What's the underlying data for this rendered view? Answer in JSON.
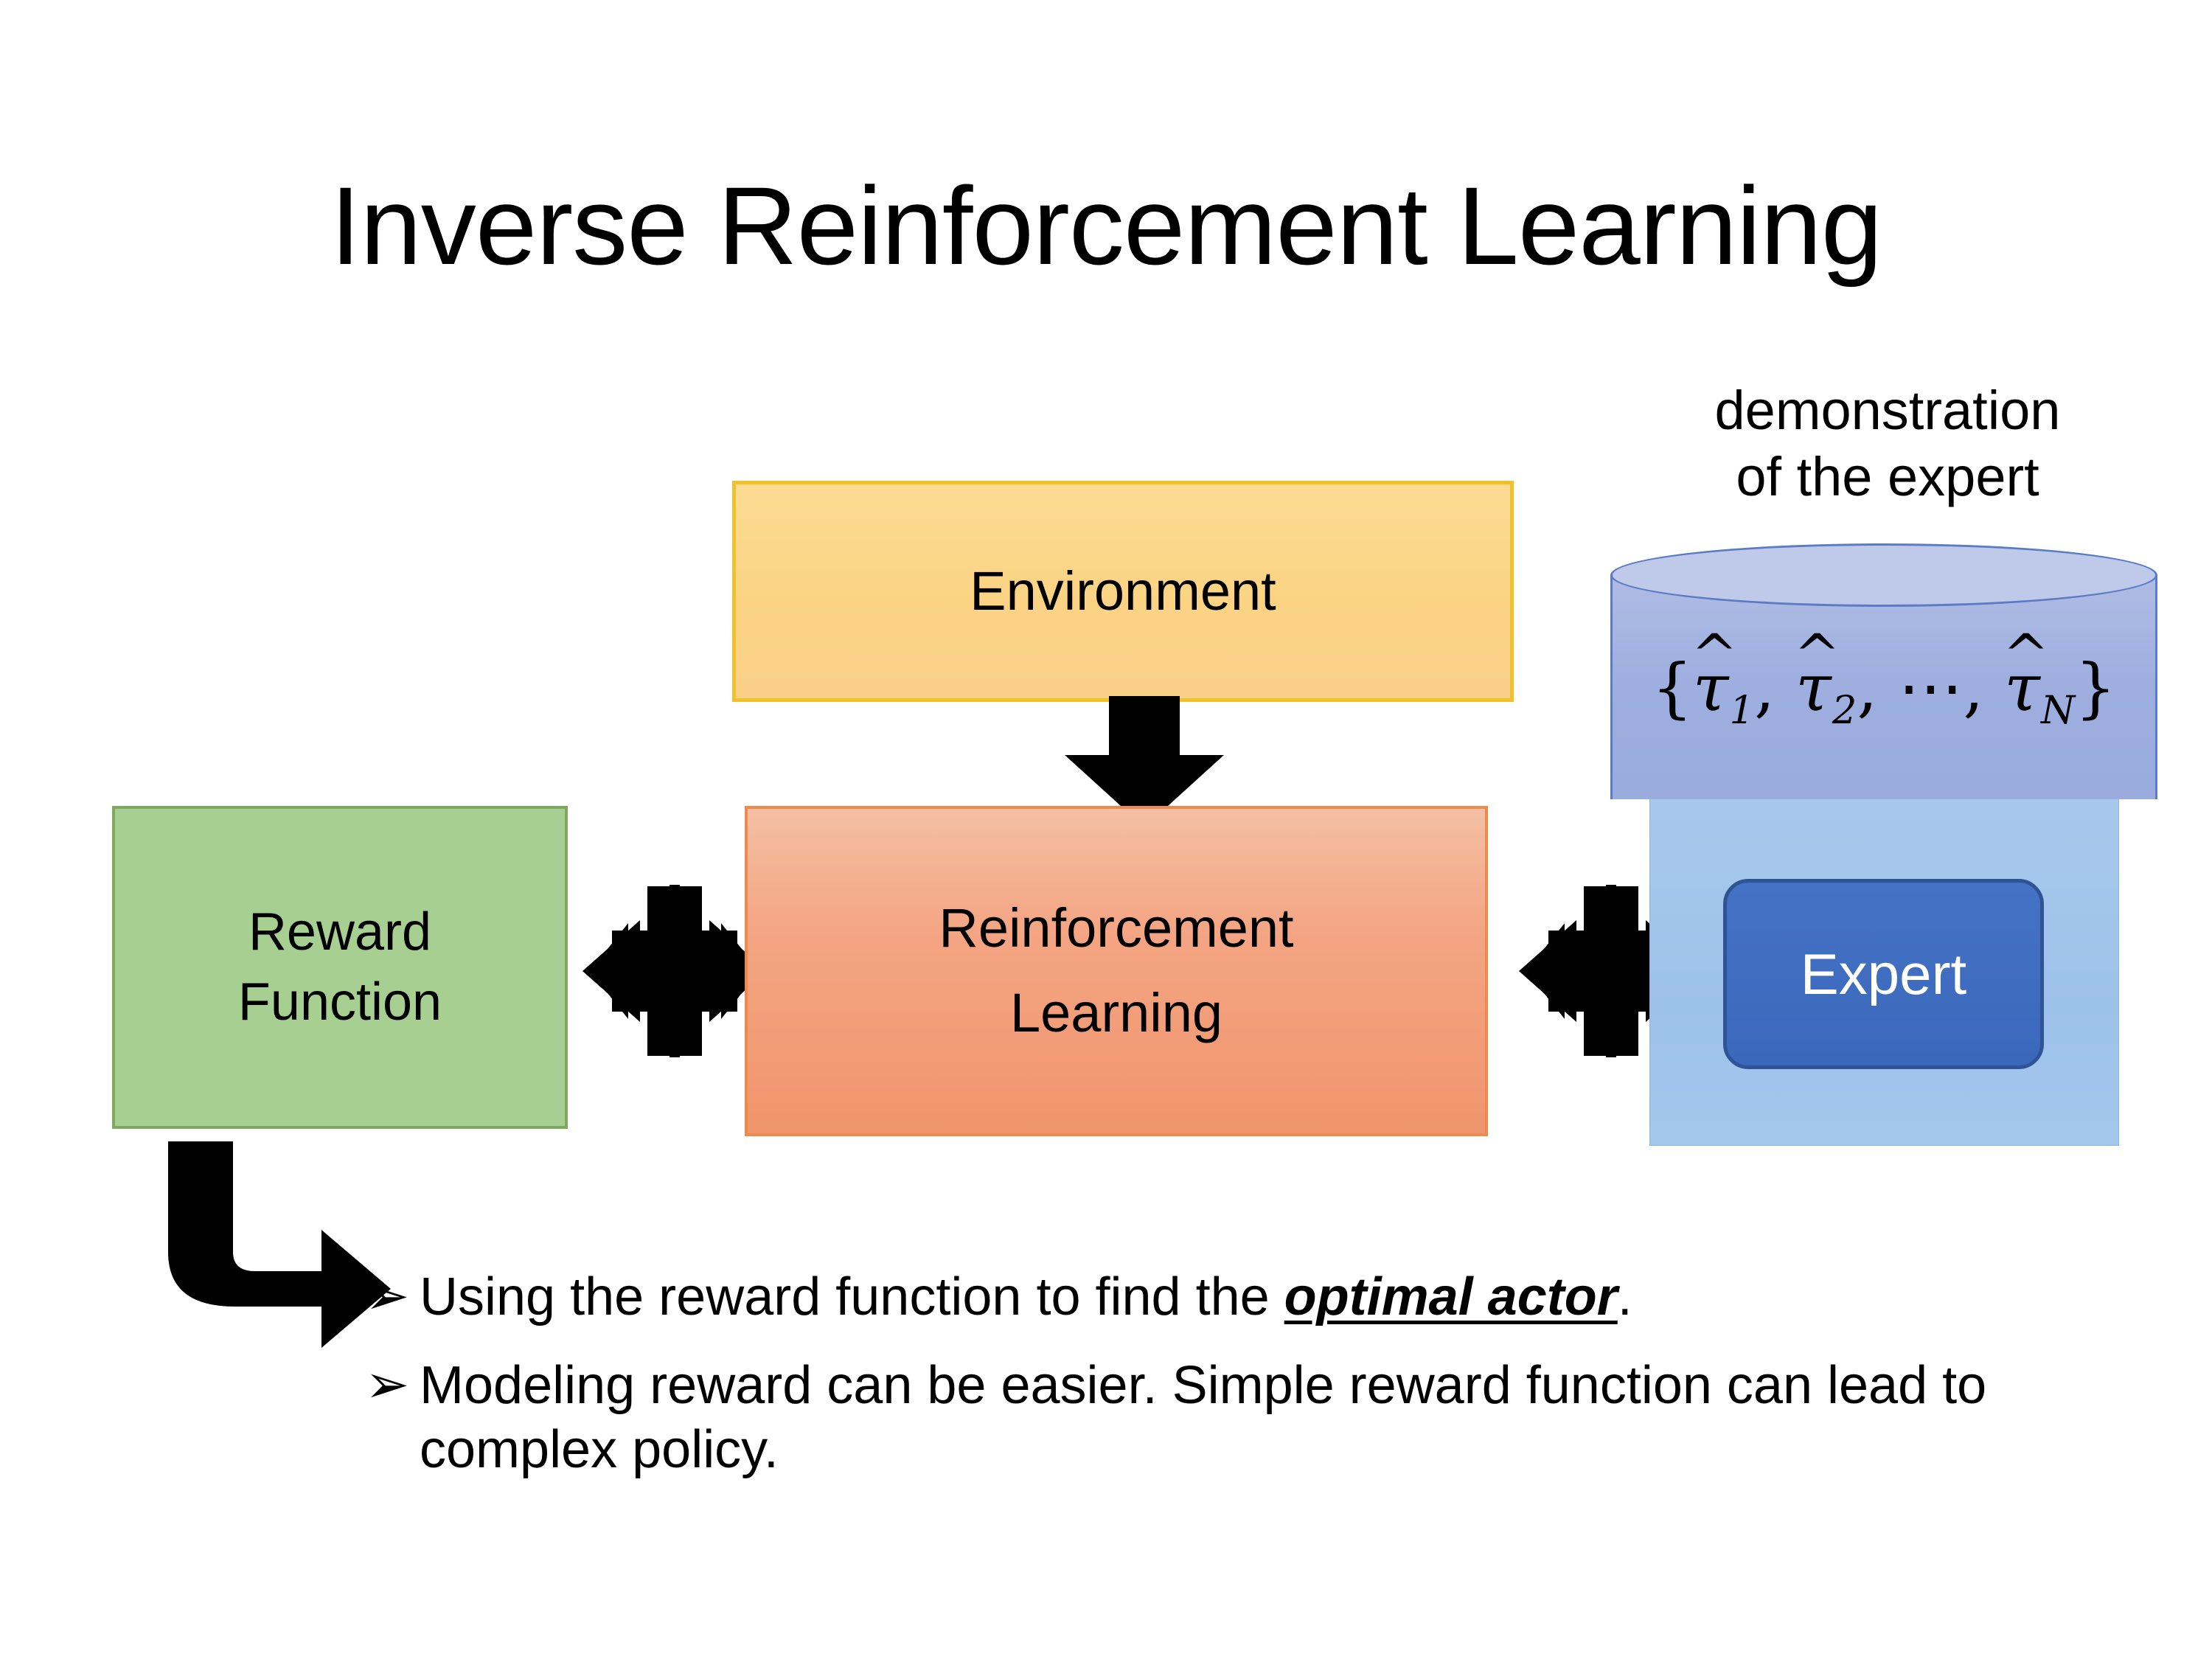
{
  "slide": {
    "title": "Inverse Reinforcement Learning",
    "background_color": "#FFFFFF"
  },
  "diagram": {
    "environment": {
      "label": "Environment",
      "fill_color": "#FBD383",
      "border_color": "#EFC12A"
    },
    "reward_function": {
      "label_line1": "Reward",
      "label_line2": "Function",
      "fill_color": "#A8CF92",
      "border_color": "#7FA960"
    },
    "reinforcement_learning": {
      "label_line1": "Reinforcement",
      "label_line2": "Learning",
      "fill_color": "#F4A583",
      "border_color": "#ED8A4E"
    },
    "expert_panel": {
      "caption_line1": "demonstration",
      "caption_line2": "of the expert",
      "panel_color": "#A3C6EC",
      "cylinder_color": "#9DAEDF",
      "cylinder_border_color": "#5B7BC4",
      "expert_label": "Expert",
      "expert_fill_color": "#4472C4",
      "expert_border_color": "#2E5496",
      "expert_text_color": "#FFFFFF",
      "trajectory_set": {
        "open_brace": "{",
        "items": [
          {
            "symbol": "τ",
            "hat": "^",
            "subscript": "1"
          },
          {
            "symbol": "τ",
            "hat": "^",
            "subscript": "2"
          },
          {
            "symbol": "τ",
            "hat": "^",
            "subscript": "N"
          }
        ],
        "separator": ", ",
        "ellipsis": "⋯",
        "close_brace": "}",
        "plain_text": "{τ̂1, τ̂2, ⋯, τ̂N}"
      }
    },
    "connectors": [
      {
        "name": "environment-to-rl",
        "type": "down-arrow",
        "color": "#000000"
      },
      {
        "name": "reward-to-rl",
        "type": "double-arrow-four-way",
        "color": "#000000"
      },
      {
        "name": "rl-to-expert",
        "type": "double-arrow-four-way",
        "color": "#000000"
      },
      {
        "name": "reward-to-bullets",
        "type": "bent-arrow",
        "color": "#000000"
      }
    ]
  },
  "bullets": {
    "marker": "➢",
    "items": [
      {
        "before": "Using the reward function to find the ",
        "emphasis": "optimal actor",
        "after": "."
      },
      {
        "before": "Modeling reward can be easier. Simple reward function can lead to complex policy.",
        "emphasis": "",
        "after": ""
      }
    ]
  }
}
